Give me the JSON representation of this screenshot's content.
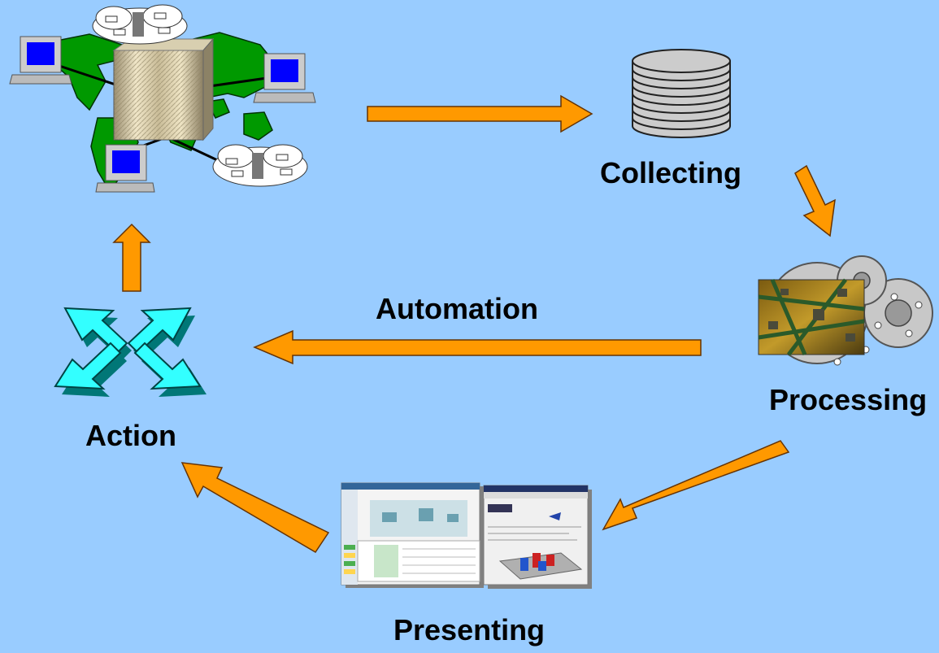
{
  "labels": {
    "collecting": "Collecting",
    "processing": "Processing",
    "automation": "Automation",
    "action": "Action",
    "presenting": "Presenting"
  },
  "colors": {
    "background": "#99ccff",
    "arrow_fill": "#ff9900",
    "arrow_outline": "#663300",
    "cyan_arrows": "#33ffff",
    "continents": "#009900"
  },
  "icons": {
    "network": "world-network-icon",
    "collect": "database-disk-stack-icon",
    "process": "gears-circuit-board-icon",
    "present": "software-screenshots-icon",
    "action": "converging-arrows-icon"
  }
}
